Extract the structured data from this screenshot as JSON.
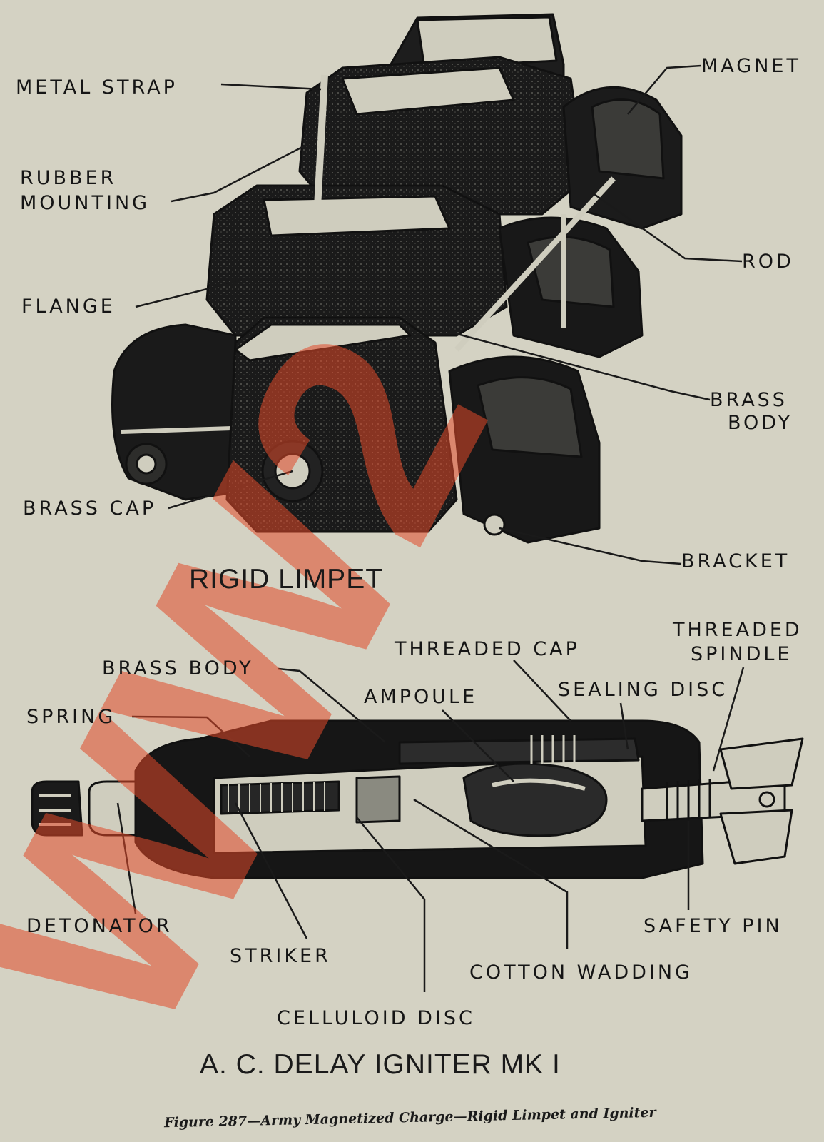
{
  "watermark": {
    "text": "WW2",
    "color": "#e24a2a"
  },
  "limpet": {
    "title": "RIGID LIMPET",
    "labels": {
      "metal_strap": "METAL STRAP",
      "rubber_mounting_1": "RUBBER",
      "rubber_mounting_2": "MOUNTING",
      "flange": "FLANGE",
      "brass_cap": "BRASS CAP",
      "magnet": "MAGNET",
      "rod": "ROD",
      "brass_body_1": "BRASS",
      "brass_body_2": "BODY",
      "bracket": "BRACKET"
    }
  },
  "igniter": {
    "title": "A. C. DELAY IGNITER MK I",
    "labels": {
      "brass_body": "BRASS BODY",
      "spring": "SPRING",
      "threaded_cap": "THREADED CAP",
      "ampoule": "AMPOULE",
      "threaded_spindle_1": "THREADED",
      "threaded_spindle_2": "SPINDLE",
      "sealing_disc": "SEALING DISC",
      "detonator": "DETONATOR",
      "striker": "STRIKER",
      "celluloid_disc": "CELLULOID DISC",
      "cotton_wadding": "COTTON WADDING",
      "safety_pin": "SAFETY PIN"
    }
  },
  "caption": "Figure 287—Army Magnetized Charge—Rigid Limpet and Igniter"
}
